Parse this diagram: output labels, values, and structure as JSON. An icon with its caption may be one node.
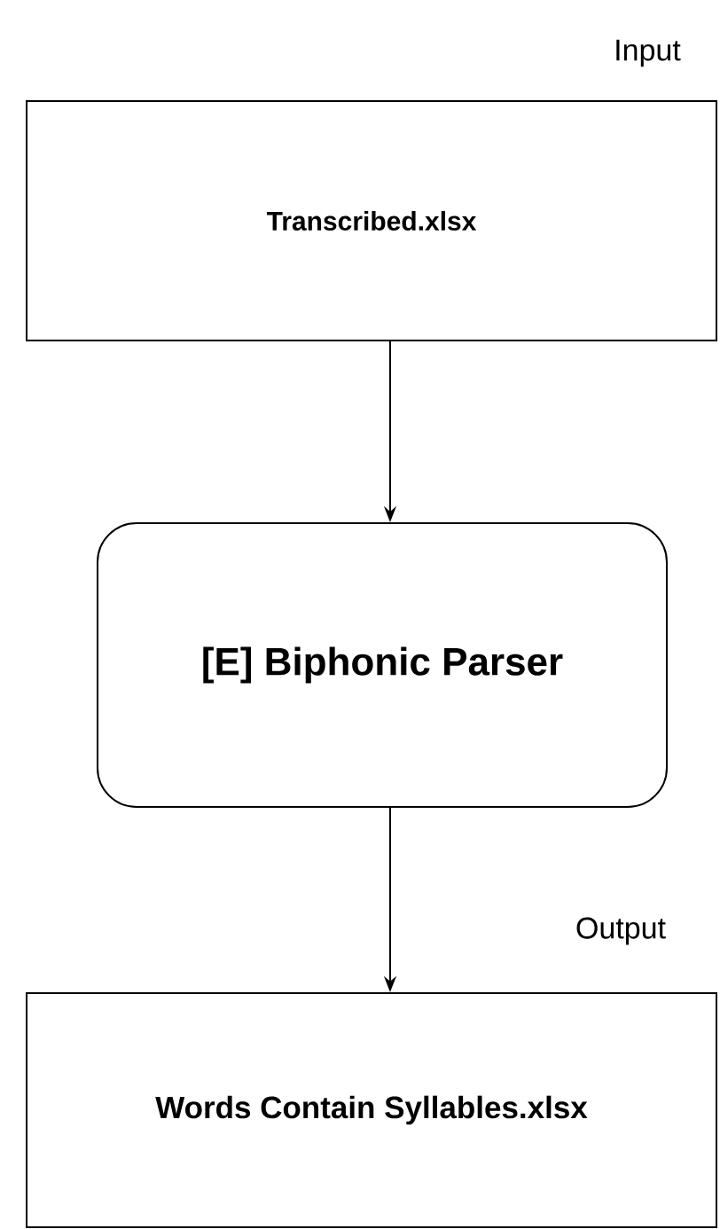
{
  "diagram": {
    "nodes": [
      {
        "text": [
          "Input",
          "Transcribed.xlsx"
        ]
      },
      {
        "text": [
          "[E] Biphonic Parser"
        ]
      },
      {
        "text": [
          "Output",
          "Words Contain Syllables.xlsx"
        ]
      }
    ],
    "edges": [
      {
        "from": 0,
        "to": 1,
        "arrow": "to"
      },
      {
        "from": 1,
        "to": 2,
        "arrow": "to"
      }
    ]
  }
}
